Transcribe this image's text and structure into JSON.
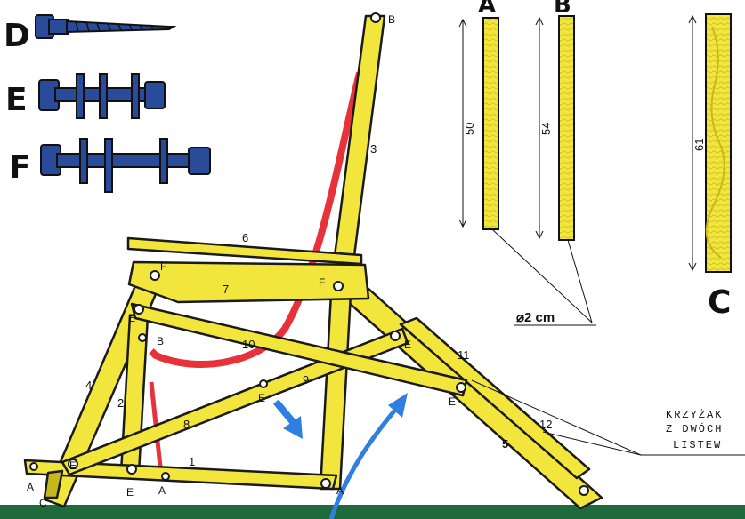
{
  "bolts": {
    "d_label": "D",
    "e_label": "E",
    "f_label": "F"
  },
  "parts": {
    "a_label": "A",
    "b_label": "B",
    "c_label": "C",
    "a_length": "50",
    "b_length": "54",
    "c_length": "61",
    "diameter": "⌀2 cm"
  },
  "chair": {
    "numbers": {
      "n1": "1",
      "n2": "2",
      "n3": "3",
      "n4": "4",
      "n5": "5",
      "n6": "6",
      "n7": "7",
      "n8": "8",
      "n9": "9",
      "n10": "10",
      "n11": "11",
      "n12": "12"
    },
    "joints": {
      "b_top": "B",
      "b_mid": "B",
      "f_left": "F",
      "f_right": "F",
      "e1": "E",
      "e2": "E",
      "e3": "E",
      "e4": "E",
      "e5": "E",
      "e6": "E",
      "a_front": "A",
      "a_mid": "A",
      "a_back": "A",
      "c_foot": "C"
    }
  },
  "note": {
    "line1": "KRZYŻAK",
    "line2": "Z DWÓCH",
    "line3": "LISTEW"
  },
  "colors": {
    "wood": "#F2E63C",
    "wood_dark": "#C8B820",
    "outline": "#1a1a1a",
    "fabric_red": "#E8323A",
    "arrow_blue": "#2E7FE0",
    "ground": "#1E6A3A",
    "bolt_blue": "#2A4A9A"
  }
}
